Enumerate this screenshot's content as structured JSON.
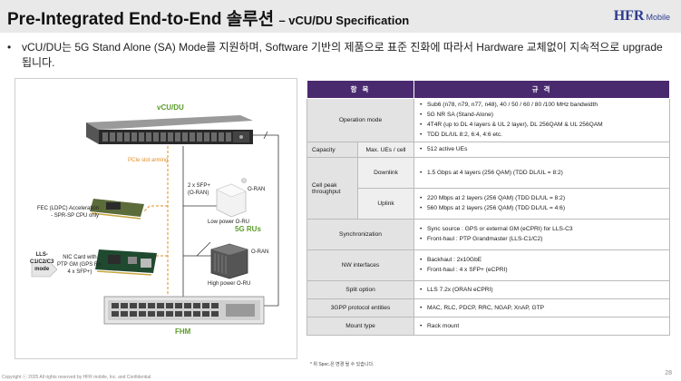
{
  "header": {
    "title": "Pre-Integrated End-to-End 솔루션",
    "subtitle": "– vCU/DU Specification",
    "logo_main": "HFR",
    "logo_sub": "Mobile"
  },
  "intro": {
    "bullet": "•",
    "text": "vCU/DU는 5G Stand Alone (SA) Mode를 지원하며, Software 기반의 제품으로 표준 진화에 따라서 Hardware 교체없이 지속적으로 upgrade 됩니다."
  },
  "diagram": {
    "vcu_du": "vCU/DU",
    "pcie": "PCIe slot arming",
    "sfp": "2 x SFP+\n(O-RAN)",
    "oran_top": "O-RAN",
    "oran_bottom": "O-RAN",
    "fec": "FEC (LDPC) Acceleration\n- SPR-SP CPU only",
    "nic": "NIC Card with\nPTP GM (GPS Rx,\n4 x SFP+)",
    "lls": "LLS-\nC1/C2/C3\nmode",
    "low_power": "Low power O-RU",
    "rus": "5G RUs",
    "high_power": "High power O-RU",
    "fhm": "FHM"
  },
  "table": {
    "col_item": "항 목",
    "col_spec": "규 격",
    "op_mode": {
      "label": "Operation mode",
      "items": [
        "Sub6 (n78, n79, n77, n48), 40 / 50 / 60 / 80 /100 MHz bandwidth",
        "5G NR SA (Stand-Alone)",
        "4T4R (up to DL 4 layers & UL 2 layer), DL 256QAM & UL 256QAM",
        "TDD DL/UL 8:2, 6:4, 4:6 etc."
      ]
    },
    "capacity": {
      "label": "Capacity",
      "sub": "Max. UEs / cell",
      "items": [
        "512 active UEs"
      ]
    },
    "peak": {
      "label": "Cell peak throughput",
      "downlink": "Downlink",
      "dl_items": [
        "1.5 Gbps at 4 layers (256 QAM) (TDD DL/UL = 8:2)"
      ],
      "uplink": "Uplink",
      "ul_items": [
        "220 Mbps at 2 layers (256 QAM) (TDD DL/UL = 8:2)",
        "560 Mbps at 2 layers (256 QAM) (TDD DL/UL = 4:6)"
      ]
    },
    "sync": {
      "label": "Synchronization",
      "items": [
        "Sync source : GPS or external GM (eCPRI) for LLS-C3",
        "Front-haul : PTP Grandmaster (LLS-C1/C2)"
      ]
    },
    "nw": {
      "label": "NW interfaces",
      "items": [
        "Backhaul : 2x10GbE",
        "Front-haul : 4 x SFP+ (eCPRI)"
      ]
    },
    "split": {
      "label": "Split option",
      "items": [
        "LLS 7.2x (ORAN eCPRI)"
      ]
    },
    "protocol": {
      "label": "3GPP protocol entities",
      "items": [
        "MAC, RLC, PDCP, RRC, NGAP, XnAP, GTP"
      ]
    },
    "mount": {
      "label": "Mount type",
      "items": [
        "Rack mount"
      ]
    }
  },
  "footnote": "* 위 Spec.은 변경 될 수 있습니다.",
  "copyright": "Copyright ⓒ 2025 All rights reserved by HFR mobile, Inc. and Confidential",
  "page_number": "28",
  "colors": {
    "header_bg": "#e9e9e9",
    "table_header": "#4a2a6f",
    "green": "#5a9b2a",
    "orange": "#e38c1c",
    "logo": "#2b3b8f"
  }
}
